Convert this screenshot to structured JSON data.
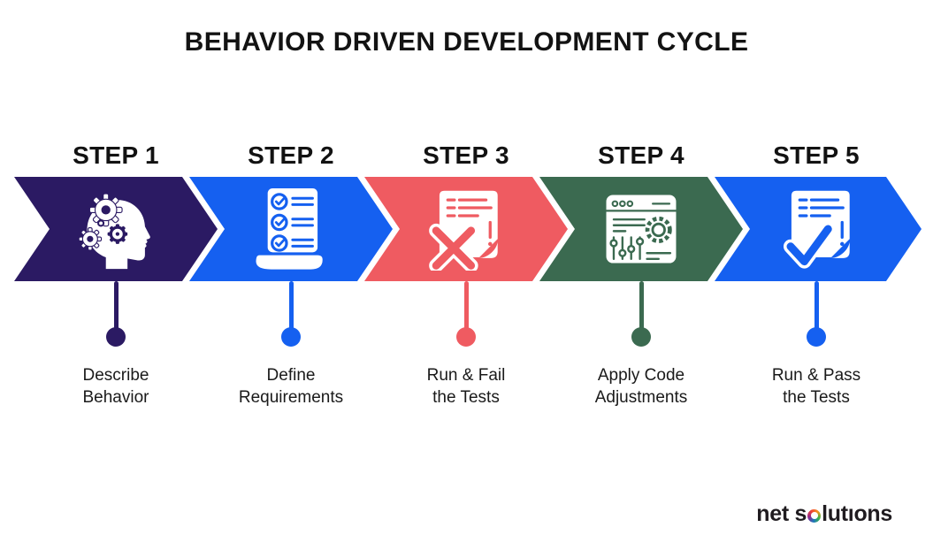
{
  "title": "BEHAVIOR DRIVEN DEVELOPMENT CYCLE",
  "steps": [
    {
      "label": "STEP 1",
      "caption": [
        "Describe",
        "Behavior"
      ],
      "color": "#2B1A63",
      "icon": "head-with-gears-icon"
    },
    {
      "label": "STEP 2",
      "caption": [
        "Define",
        "Requirements"
      ],
      "color": "#1560F0",
      "icon": "checklist-document-icon"
    },
    {
      "label": "STEP 3",
      "caption": [
        "Run & Fail",
        "the Tests"
      ],
      "color": "#EF5B61",
      "icon": "failed-test-document-icon"
    },
    {
      "label": "STEP 4",
      "caption": [
        "Apply Code",
        "Adjustments"
      ],
      "color": "#3B6A50",
      "icon": "settings-adjustments-icon"
    },
    {
      "label": "STEP 5",
      "caption": [
        "Run & Pass",
        "the Tests"
      ],
      "color": "#1560F0",
      "icon": "passed-test-document-icon"
    }
  ],
  "brand": {
    "prefix": "net s",
    "suffix": "lutıons",
    "accent_ring_colors": [
      "#ef4136",
      "#f7941d",
      "#39b54a",
      "#1b75bc",
      "#92278f"
    ]
  }
}
